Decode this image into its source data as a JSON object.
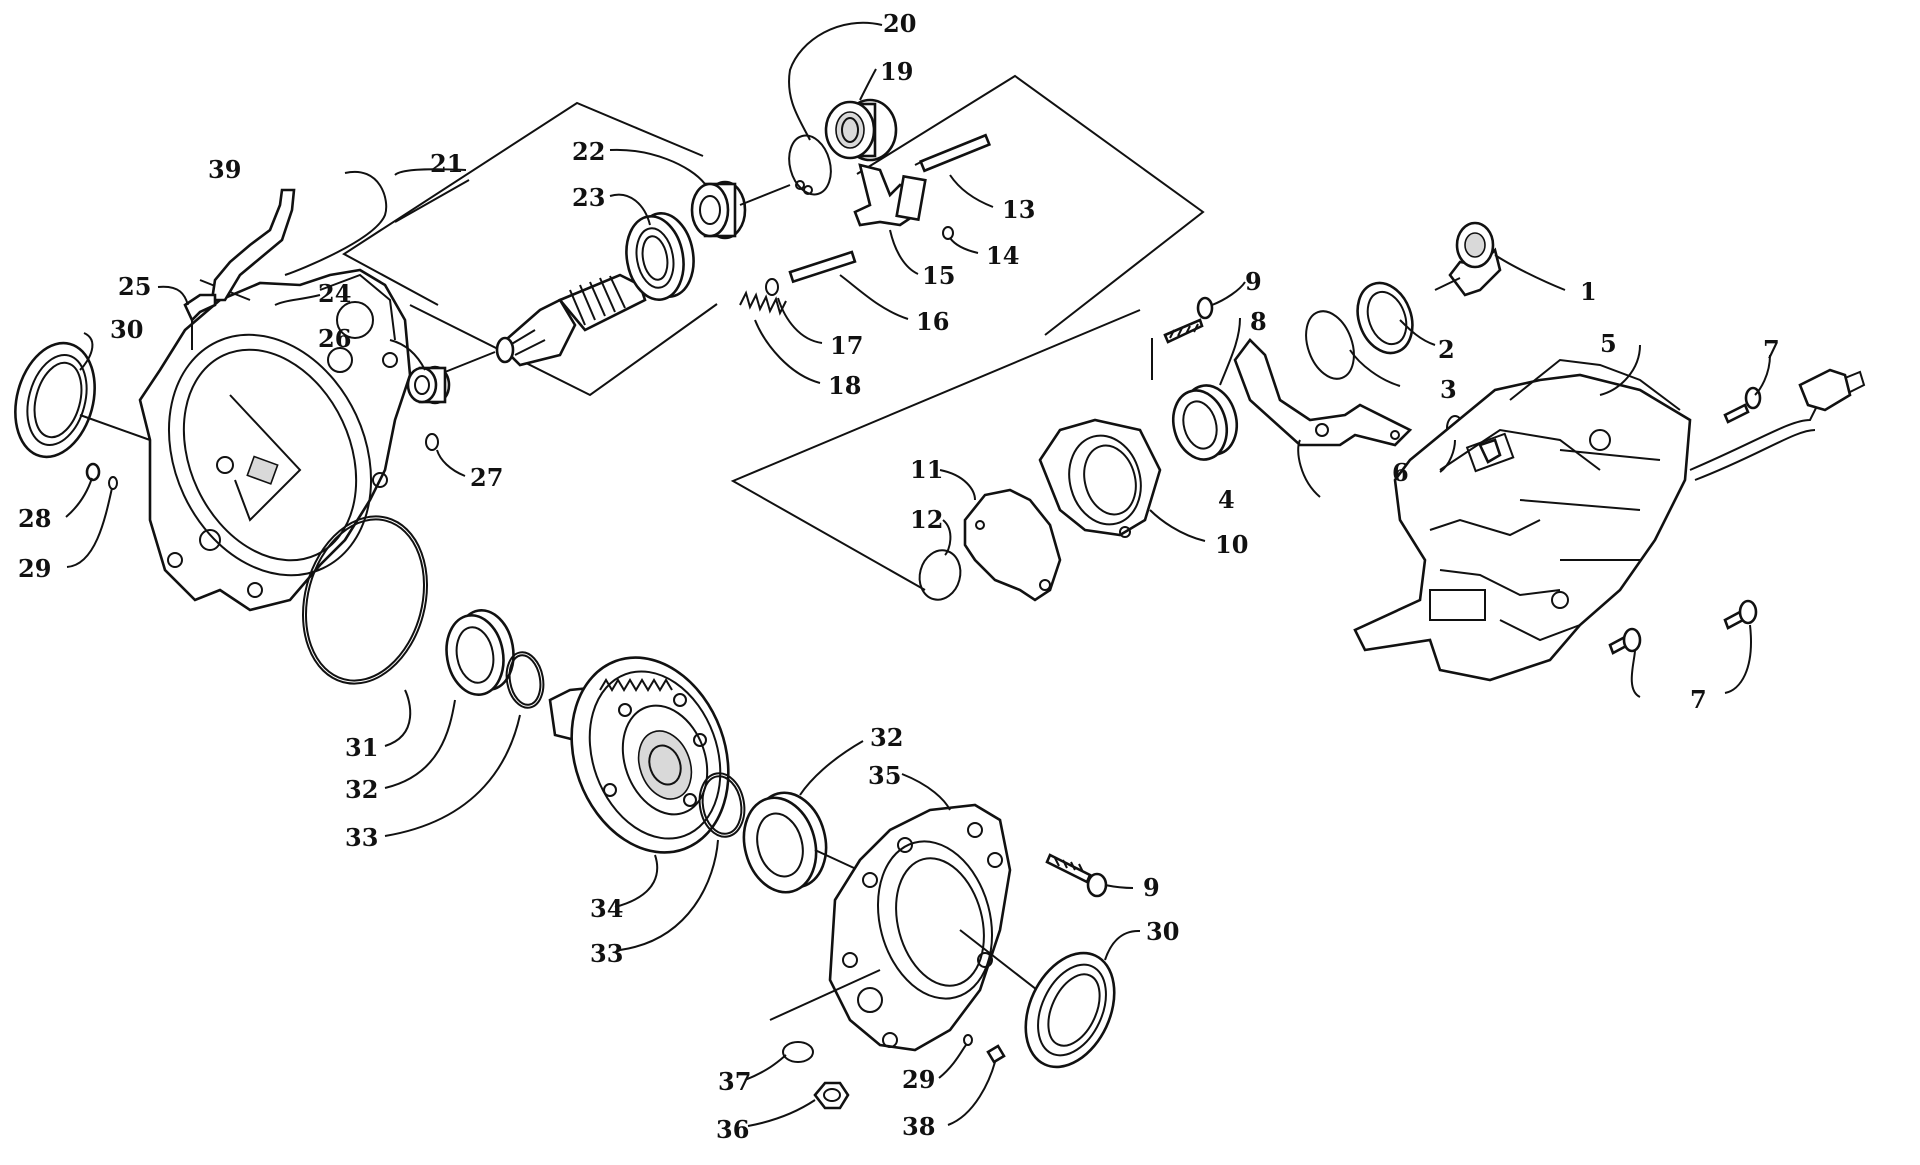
{
  "diagram": {
    "callouts": [
      {
        "id": "c1",
        "text": "1"
      },
      {
        "id": "c2",
        "text": "2"
      },
      {
        "id": "c3",
        "text": "3"
      },
      {
        "id": "c4",
        "text": "4"
      },
      {
        "id": "c5",
        "text": "5"
      },
      {
        "id": "c6",
        "text": "6"
      },
      {
        "id": "c7a",
        "text": "7"
      },
      {
        "id": "c7b",
        "text": "7"
      },
      {
        "id": "c8",
        "text": "8"
      },
      {
        "id": "c9a",
        "text": "9"
      },
      {
        "id": "c9b",
        "text": "9"
      },
      {
        "id": "c10",
        "text": "10"
      },
      {
        "id": "c11",
        "text": "11"
      },
      {
        "id": "c12",
        "text": "12"
      },
      {
        "id": "c13",
        "text": "13"
      },
      {
        "id": "c14",
        "text": "14"
      },
      {
        "id": "c15",
        "text": "15"
      },
      {
        "id": "c16",
        "text": "16"
      },
      {
        "id": "c17",
        "text": "17"
      },
      {
        "id": "c18",
        "text": "18"
      },
      {
        "id": "c19",
        "text": "19"
      },
      {
        "id": "c20",
        "text": "20"
      },
      {
        "id": "c21",
        "text": "21"
      },
      {
        "id": "c22",
        "text": "22"
      },
      {
        "id": "c23",
        "text": "23"
      },
      {
        "id": "c24",
        "text": "24"
      },
      {
        "id": "c25",
        "text": "25"
      },
      {
        "id": "c26",
        "text": "26"
      },
      {
        "id": "c27",
        "text": "27"
      },
      {
        "id": "c28",
        "text": "28"
      },
      {
        "id": "c29a",
        "text": "29"
      },
      {
        "id": "c29b",
        "text": "29"
      },
      {
        "id": "c30a",
        "text": "30"
      },
      {
        "id": "c30b",
        "text": "30"
      },
      {
        "id": "c31",
        "text": "31"
      },
      {
        "id": "c32a",
        "text": "32"
      },
      {
        "id": "c32b",
        "text": "32"
      },
      {
        "id": "c33a",
        "text": "33"
      },
      {
        "id": "c33b",
        "text": "33"
      },
      {
        "id": "c34",
        "text": "34"
      },
      {
        "id": "c35",
        "text": "35"
      },
      {
        "id": "c36",
        "text": "36"
      },
      {
        "id": "c37",
        "text": "37"
      },
      {
        "id": "c38",
        "text": "38"
      },
      {
        "id": "c39",
        "text": "39"
      }
    ]
  }
}
